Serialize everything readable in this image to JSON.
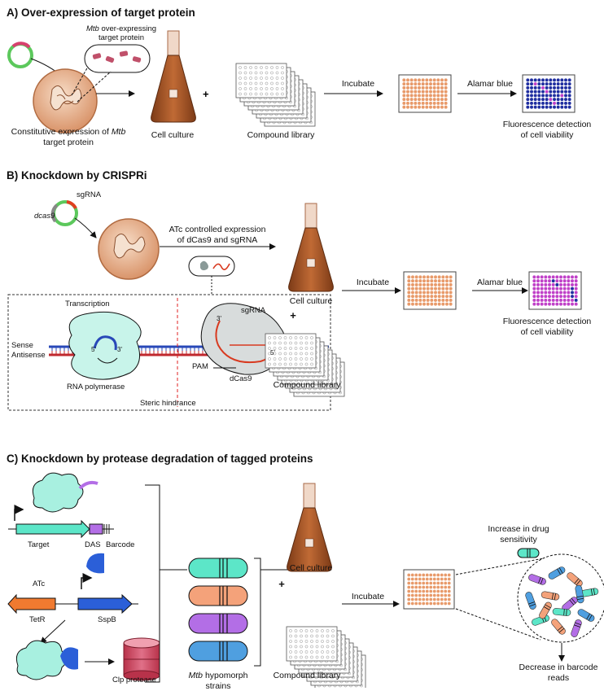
{
  "panel_a": {
    "title": "A) Over-expression of target protein",
    "protein_callout_italic": "Mtb",
    "protein_callout_rest": "over-expressing",
    "protein_callout_line2": "target protein",
    "cell_caption_prefix": "Constitutive expression of",
    "cell_caption_italic": "Mtb",
    "cell_caption_line2": "target protein",
    "culture": "Cell culture",
    "plus": "+",
    "library": "Compound library",
    "incubate": "Incubate",
    "alamar": "Alamar blue",
    "detection_line1": "Fluorescence detection",
    "detection_line2": "of cell viability"
  },
  "panel_b": {
    "title": "B) Knockdown by CRISPRi",
    "sgrna_plasmid": "sgRNA",
    "dcas9_plasmid": "dcas9",
    "atc_line1": "ATc controlled expression",
    "atc_line2": "of dCas9 and sgRNA",
    "culture": "Cell culture",
    "plus": "+",
    "library": "Compound library",
    "incubate": "Incubate",
    "alamar": "Alamar blue",
    "detection_line1": "Fluorescence detection",
    "detection_line2": "of cell viability",
    "inset": {
      "transcription": "Transcription",
      "sgrna": "sgRNA",
      "sense": "Sense",
      "antisense": "Antisense",
      "rnap": "RNA polymerase",
      "pam": "PAM",
      "dcas9": "dCas9",
      "steric": "Steric hindrance",
      "three_prime": "3'",
      "five_prime_a": "5'",
      "three_prime_b": "3'",
      "five_prime_b": "5'"
    }
  },
  "panel_c": {
    "title": "C) Knockdown by protease degradation of tagged proteins",
    "target": "Target",
    "das": "DAS",
    "barcode": "Barcode",
    "atc": "ATc",
    "tetr": "TetR",
    "sspb": "SspB",
    "clp": "Clp protease",
    "hypo_italic": "Mtb",
    "hypo_rest": "hypomorph",
    "hypo_line2": "strains",
    "culture": "Cell culture",
    "plus": "+",
    "library": "Compound library",
    "incubate": "Incubate",
    "increase_line1": "Increase in drug",
    "increase_line2": "sensitivity",
    "decrease_line1": "Decrease in barcode",
    "decrease_line2": "reads"
  },
  "colors": {
    "cell": "#e8b48c",
    "culture": "#a8582a",
    "plate_blue": "#1f2ea0",
    "plate_pink": "#c040c8",
    "well_orange": "#e89a6a",
    "teal": "#5ce6c8",
    "salmon": "#f4a27a",
    "violet": "#b36ee6",
    "sky": "#4f9fe0",
    "red_dna": "#c0282e",
    "blue_dna": "#2848b8"
  }
}
